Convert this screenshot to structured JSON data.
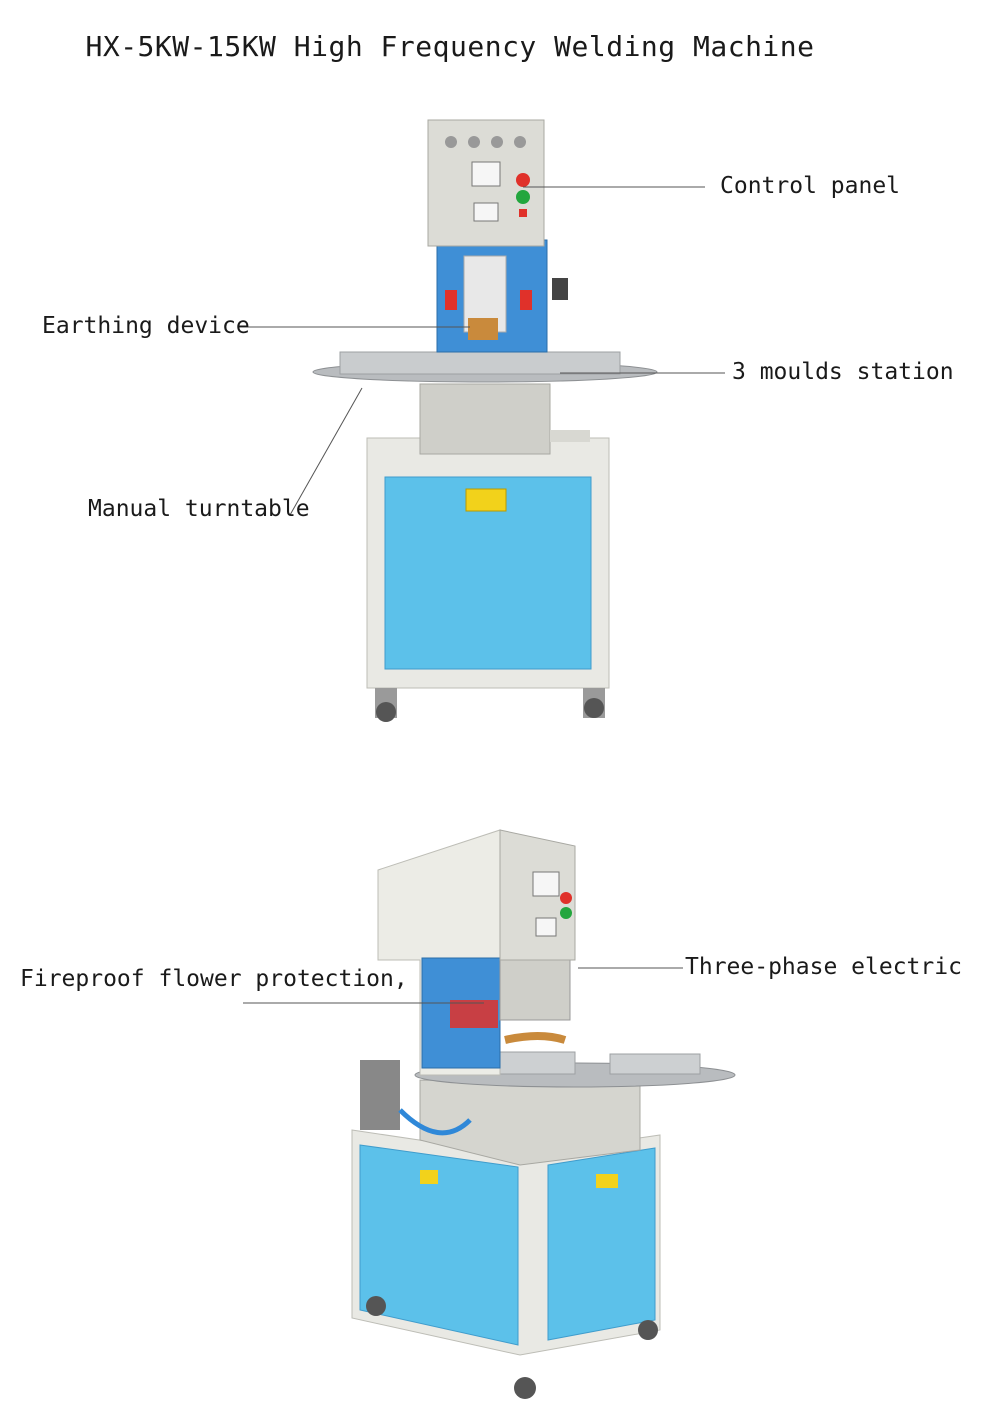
{
  "title": "HX-5KW-15KW High Frequency Welding Machine",
  "callouts": {
    "control_panel": "Control panel",
    "earthing_device": "Earthing device",
    "moulds_station": "3 moulds station",
    "manual_turntable": "Manual turntable",
    "fireproof": "Fireproof flower protection,",
    "three_phase": "Three-phase electric"
  },
  "colors": {
    "cabinet_blue": "#5cc1ea",
    "frame_white": "#e9e9e4",
    "panel_grey": "#dcdcd6",
    "indicator_red": "#e0312a",
    "indicator_green": "#23a63e",
    "warning_yellow": "#f2d21b"
  }
}
